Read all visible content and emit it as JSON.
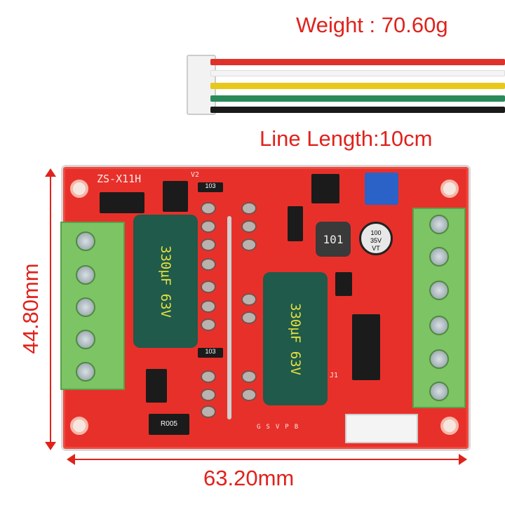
{
  "header": {
    "weight": "Weight : 70.60g",
    "line_length": "Line Length:10cm"
  },
  "wires": {
    "colors": [
      "#e0302a",
      "#f4f4f4",
      "#e8c81a",
      "#2a8a5a",
      "#1a1a1a"
    ]
  },
  "dimensions": {
    "height": "44.80mm",
    "width": "63.20mm"
  },
  "board": {
    "model": "ZS-X11H",
    "version": "V2",
    "resistor": "103",
    "inductor": "101",
    "small_cap": [
      "100",
      "35V",
      "VT"
    ],
    "cap_label": "330µF 63V",
    "shunt": "R005",
    "connector": "J1",
    "pins": [
      "G",
      "S",
      "V",
      "P",
      "B"
    ]
  },
  "colors": {
    "accent": "#e0221c",
    "pcb": "#e8302a",
    "terminal": "#7cc464"
  }
}
